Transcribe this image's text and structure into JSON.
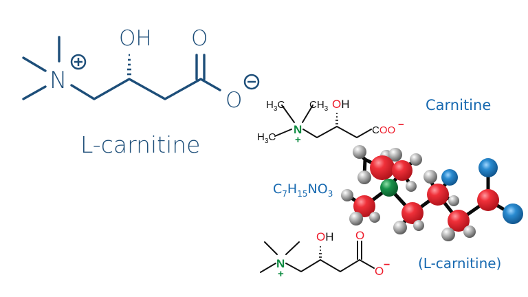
{
  "large_structure": {
    "name_label": "L-carnitine",
    "atoms": {
      "nitrogen": "N",
      "hydroxyl": "OH",
      "carbonyl_oxygen": "O",
      "carboxylate_oxygen": "O"
    },
    "charges": {
      "nitrogen": "+",
      "oxygen": "−"
    },
    "color": "#1d4e79"
  },
  "condensed_structure": {
    "methyl_top_left": "H",
    "methyl_top_left_sub": "3",
    "methyl_top_left_c": "C",
    "methyl_top_right": "CH",
    "methyl_top_right_sub": "3",
    "methyl_bottom_left": "H",
    "methyl_bottom_left_sub": "3",
    "methyl_bottom_left_c": "C",
    "nitrogen": "N",
    "nitrogen_charge": "+",
    "hydroxyl_o": "O",
    "hydroxyl_h": "H",
    "carboxylate_c": "C",
    "carboxylate_oo": "OO",
    "carboxylate_charge": "−"
  },
  "skeletal_structure": {
    "nitrogen": "N",
    "nitrogen_charge": "+",
    "hydroxyl_o": "O",
    "hydroxyl_h": "H",
    "carbonyl_o": "O",
    "carboxylate_o": "O",
    "carboxylate_charge": "−"
  },
  "labels": {
    "title": "Carnitine",
    "formula": {
      "c": "C",
      "c_sub": "7",
      "h": "H",
      "h_sub": "15",
      "n": "N",
      "o": "O",
      "o_sub": "3"
    },
    "model_caption": "(L-carnitine)"
  },
  "ball_and_stick_model": {
    "atom_colors": {
      "carbon": "#e8242f",
      "nitrogen": "#138a45",
      "oxygen": "#1a6fb0",
      "hydrogen": "#b5b5b5"
    }
  },
  "colors": {
    "large_structure": "#1d4e79",
    "label_blue": "#1769b0",
    "bond_black": "#111111",
    "oxygen_red": "#ee1c2b",
    "nitrogen_green": "#0b8a3f"
  }
}
